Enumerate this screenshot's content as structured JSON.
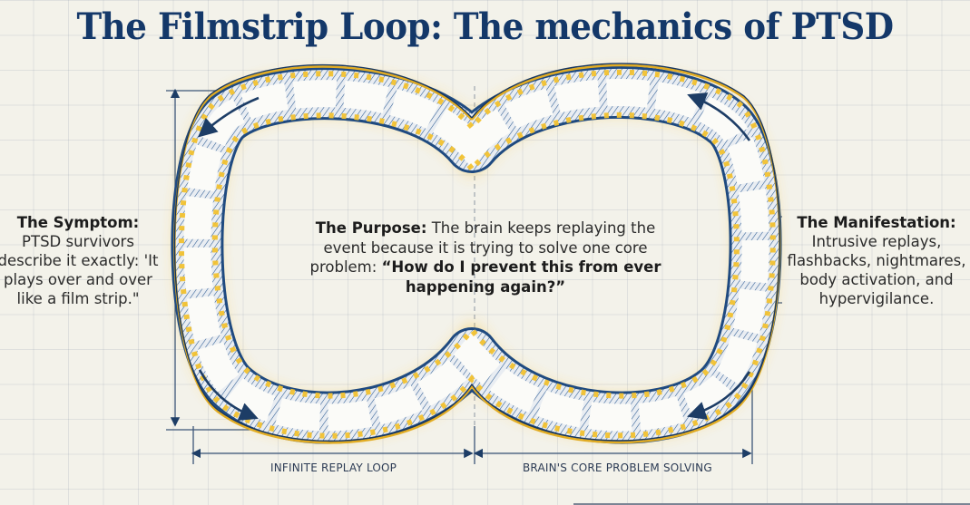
{
  "title": "The Filmstrip Loop: The mechanics of PTSD",
  "symptom": {
    "heading": "The Symptom:",
    "text": "PTSD survivors describe it exactly: 'It plays over and over like a film strip.\""
  },
  "purpose": {
    "heading": "The Purpose:",
    "text": " The brain keeps replaying the event because it is trying to solve one core problem: ",
    "question": "“How do I prevent this from ever happening again?”"
  },
  "manifestation": {
    "heading": "The Manifestation:",
    "text": "Intrusive replays, flashbacks, nightmares, body activation, and hypervigilance."
  },
  "dimensions": {
    "left_label": "INFINITE REPLAY LOOP",
    "right_label": "BRAIN'S CORE PROBLEM SOLVING"
  },
  "colors": {
    "title": "#143869",
    "strip": "#1f4a80",
    "sprocket": "#f2c230",
    "glow": "#f7c63c",
    "arrow": "#1d3d66"
  },
  "icons": [
    "filmstrip-loop-icon",
    "rotation-arrow-icon",
    "dimension-arrow-icon"
  ]
}
